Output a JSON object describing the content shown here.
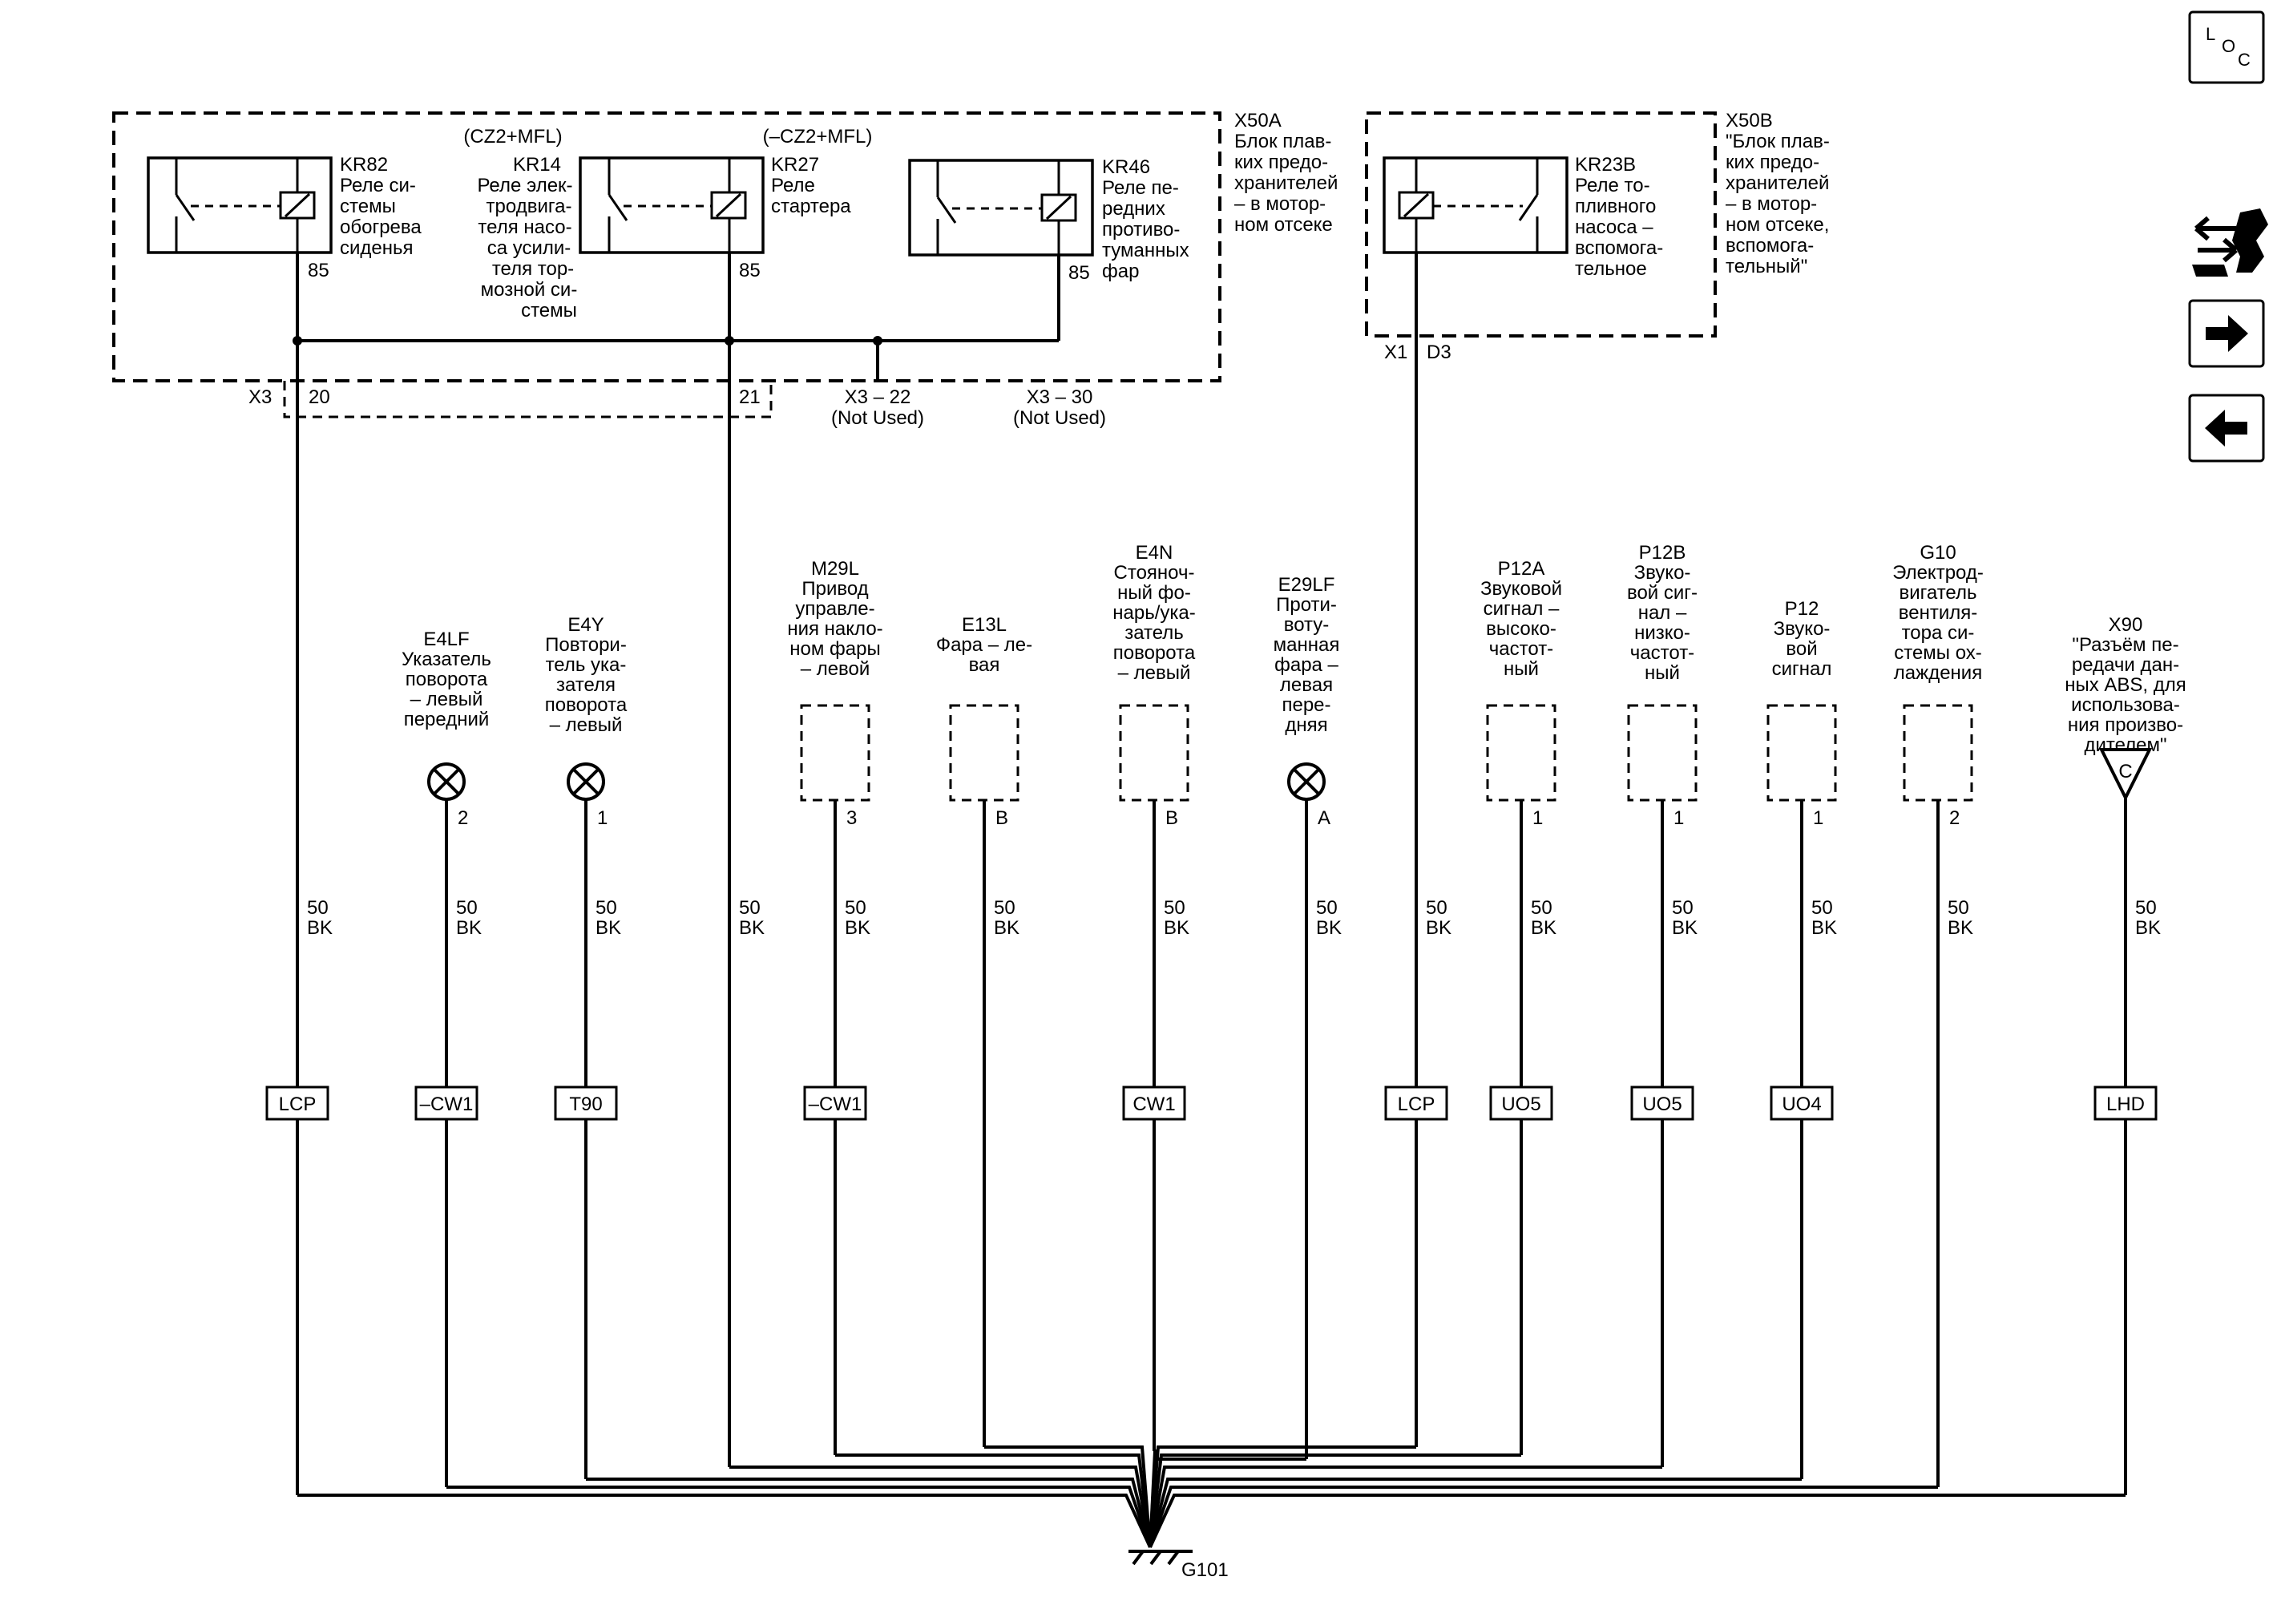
{
  "nav": {
    "loc": [
      "L",
      "O",
      "C"
    ],
    "buttons": [
      "loc-button",
      "service-icon-button",
      "next-button",
      "prev-button"
    ]
  },
  "fuse_blocks": [
    {
      "id": "X50A",
      "lines": [
        "X50A",
        "Блок плав-",
        "ких предо-",
        "хранителей",
        "– в мотор-",
        "ном отсеке"
      ]
    },
    {
      "id": "X50B",
      "lines": [
        "X50B",
        "\"Блок плав-",
        "ких предо-",
        "хранителей",
        "– в мотор-",
        "ном отсеке,",
        "вспомога-",
        "тельный\""
      ]
    }
  ],
  "relays": [
    {
      "id": "KR82",
      "lines": [
        "KR82",
        "Реле си-",
        "стемы",
        "обогрева",
        "сиденья"
      ],
      "pin": "85",
      "option": ""
    },
    {
      "id": "KR14",
      "lines": [
        "KR14",
        "Реле элек-",
        "тродвига-",
        "теля насо-",
        "са усили-",
        "теля тор-",
        "мозной си-",
        "стемы"
      ],
      "pin": "",
      "option": "(CZ2+MFL)"
    },
    {
      "id": "KR27",
      "lines": [
        "KR27",
        "Реле",
        "стартера"
      ],
      "pin": "85",
      "option": "(–CZ2+MFL)"
    },
    {
      "id": "KR46",
      "lines": [
        "KR46",
        "Реле пе-",
        "редних",
        "противо-",
        "туманных",
        "фар"
      ],
      "pin": "85",
      "option": ""
    },
    {
      "id": "KR23B",
      "lines": [
        "KR23B",
        "Реле то-",
        "пливного",
        "насоса –",
        "вспомога-",
        "тельное"
      ],
      "pin": "",
      "option": ""
    }
  ],
  "connectors": {
    "x3_label": "X3",
    "x3_pin_a": "20",
    "x3_pin_b": "21",
    "x3_22": [
      "X3 – 22",
      "(Not Used)"
    ],
    "x3_30": [
      "X3 – 30",
      "(Not Used)"
    ],
    "x1_label": "X1",
    "x1_pin": "D3"
  },
  "components": [
    {
      "id": "E4LF",
      "lines": [
        "E4LF",
        "Указатель",
        "поворота",
        "– левый",
        "передний"
      ],
      "pin": "2",
      "symbol": "lamp"
    },
    {
      "id": "E4Y",
      "lines": [
        "E4Y",
        "Повтори-",
        "тель ука-",
        "зателя",
        "поворота",
        "– левый"
      ],
      "pin": "1",
      "symbol": "lamp"
    },
    {
      "id": "M29L",
      "lines": [
        "M29L",
        "Привод",
        "управле-",
        "ния накло-",
        "ном фары",
        "– левой"
      ],
      "pin": "3",
      "symbol": "dashbox"
    },
    {
      "id": "E13L",
      "lines": [
        "E13L",
        "Фара – ле-",
        "вая"
      ],
      "pin": "B",
      "symbol": "dashbox"
    },
    {
      "id": "E4N",
      "lines": [
        "E4N",
        "Стояноч-",
        "ный фо-",
        "нарь/ука-",
        "затель",
        "поворота",
        "– левый"
      ],
      "pin": "B",
      "symbol": "dashbox"
    },
    {
      "id": "E29LF",
      "lines": [
        "E29LF",
        "Проти-",
        "воту-",
        "манная",
        "фара –",
        "левая",
        "пере-",
        "дняя"
      ],
      "pin": "A",
      "symbol": "lamp"
    },
    {
      "id": "P12A",
      "lines": [
        "P12A",
        "Звуковой",
        "сигнал –",
        "высоко-",
        "частот-",
        "ный"
      ],
      "pin": "1",
      "symbol": "dashbox"
    },
    {
      "id": "P12B",
      "lines": [
        "P12B",
        "Звуко-",
        "вой сиг-",
        "нал –",
        "низко-",
        "частот-",
        "ный"
      ],
      "pin": "1",
      "symbol": "dashbox"
    },
    {
      "id": "P12",
      "lines": [
        "P12",
        "Звуко-",
        "вой",
        "сигнал"
      ],
      "pin": "1",
      "symbol": "dashbox"
    },
    {
      "id": "G10",
      "lines": [
        "G10",
        "Электрод-",
        "вигатель",
        "вентиля-",
        "тора си-",
        "стемы ох-",
        "лаждения"
      ],
      "pin": "2",
      "symbol": "dashbox"
    },
    {
      "id": "X90",
      "lines": [
        "X90",
        "\"Разъём пе-",
        "редачи дан-",
        "ных ABS, для",
        "использова-",
        "ния произво-",
        "дителем\""
      ],
      "pin": "",
      "symbol": "triangle",
      "symbol_label": "C"
    }
  ],
  "wires": [
    {
      "size": "50",
      "color": "BK"
    }
  ],
  "wire_labels": [
    "50",
    "BK"
  ],
  "options": [
    "LCP",
    "–CW1",
    "T90",
    "–CW1",
    "CW1",
    "LCP",
    "UO5",
    "UO5",
    "UO4",
    "LHD"
  ],
  "ground": "G101"
}
